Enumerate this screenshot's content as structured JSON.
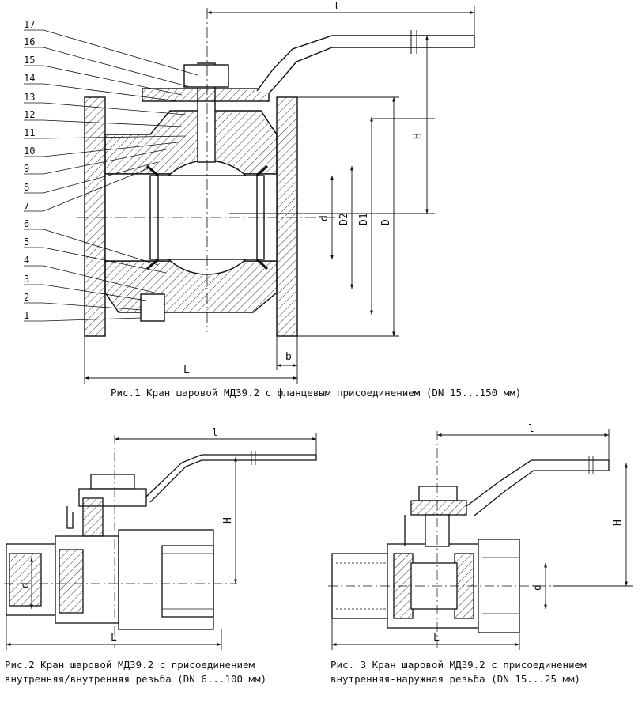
{
  "figure1": {
    "caption": "Рис.1 Кран шаровой МД39.2 с фланцевым присоединением (DN 15...150 мм)",
    "callouts": [
      "17",
      "16",
      "15",
      "14",
      "13",
      "12",
      "11",
      "10",
      "9",
      "8",
      "7",
      "6",
      "5",
      "4",
      "3",
      "2",
      "1"
    ],
    "dimensions": {
      "l": "l",
      "H": "H",
      "D": "D",
      "D1": "D1",
      "D2": "D2",
      "d": "d",
      "b": "b",
      "L": "L"
    }
  },
  "figure2": {
    "caption_line1": "Рис.2 Кран шаровой МД39.2 с присоединением",
    "caption_line2": "внутренняя/внутренняя резьба (DN 6...100 мм)",
    "dimensions": {
      "l": "l",
      "H": "H",
      "d": "d",
      "L": "L"
    }
  },
  "figure3": {
    "caption_line1": "Рис. 3 Кран шаровой МД39.2 с присоединением",
    "caption_line2": "внутренняя-наружная резьба (DN 15...25 мм)",
    "dimensions": {
      "l": "l",
      "H": "H",
      "d": "d",
      "L": "L"
    }
  }
}
